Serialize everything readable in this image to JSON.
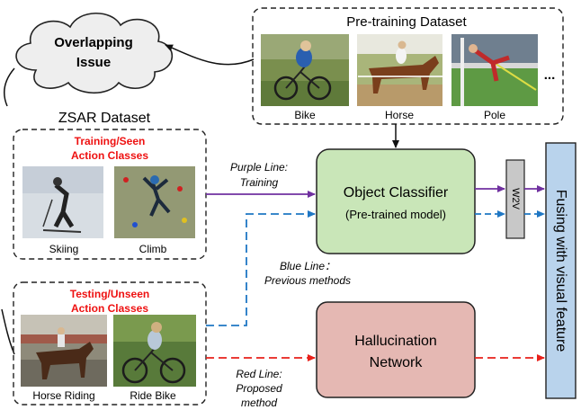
{
  "cloud": {
    "line1": "Overlapping",
    "line2": "Issue"
  },
  "pretraining": {
    "title": "Pre-training  Dataset",
    "items": [
      {
        "label": "Bike",
        "icon": "cyclist-photo"
      },
      {
        "label": "Horse",
        "icon": "horse-photo"
      },
      {
        "label": "Pole",
        "icon": "pole-vault-photo"
      }
    ],
    "ellipsis": "..."
  },
  "zsar": {
    "title": "ZSAR Dataset"
  },
  "seen": {
    "heading_line1": "Training/Seen",
    "heading_line2": "Action Classes",
    "items": [
      {
        "label": "Skiing"
      },
      {
        "label": "Climb"
      }
    ]
  },
  "unseen": {
    "heading_line1": "Testing/Unseen",
    "heading_line2": "Action Classes",
    "items": [
      {
        "label": "Horse Riding"
      },
      {
        "label": "Ride Bike"
      }
    ]
  },
  "lines": {
    "purple_line1": "Purple Line:",
    "purple_line2": "Training",
    "blue_line1": "Blue Line：",
    "blue_line2": "Previous methods",
    "red_line1": "Red  Line:",
    "red_line2": "Proposed",
    "red_line3": "method"
  },
  "object_classifier": {
    "line1": "Object Classifier",
    "line2": "(Pre-trained model)"
  },
  "w2v": {
    "label": "W2V"
  },
  "hallucination": {
    "line1": "Hallucination",
    "line2": "Network"
  },
  "fusing": {
    "label": "Fusing with visual feature"
  },
  "colors": {
    "red_heading": "#ee1111",
    "purple": "#7030a0",
    "blue": "#1f77c4",
    "red": "#e8201a",
    "classifier_fill": "#c9e6b8",
    "hallucination_fill": "#e5b8b3",
    "fusing_fill": "#b9d3ec",
    "w2v_fill": "#c8c8c8"
  }
}
